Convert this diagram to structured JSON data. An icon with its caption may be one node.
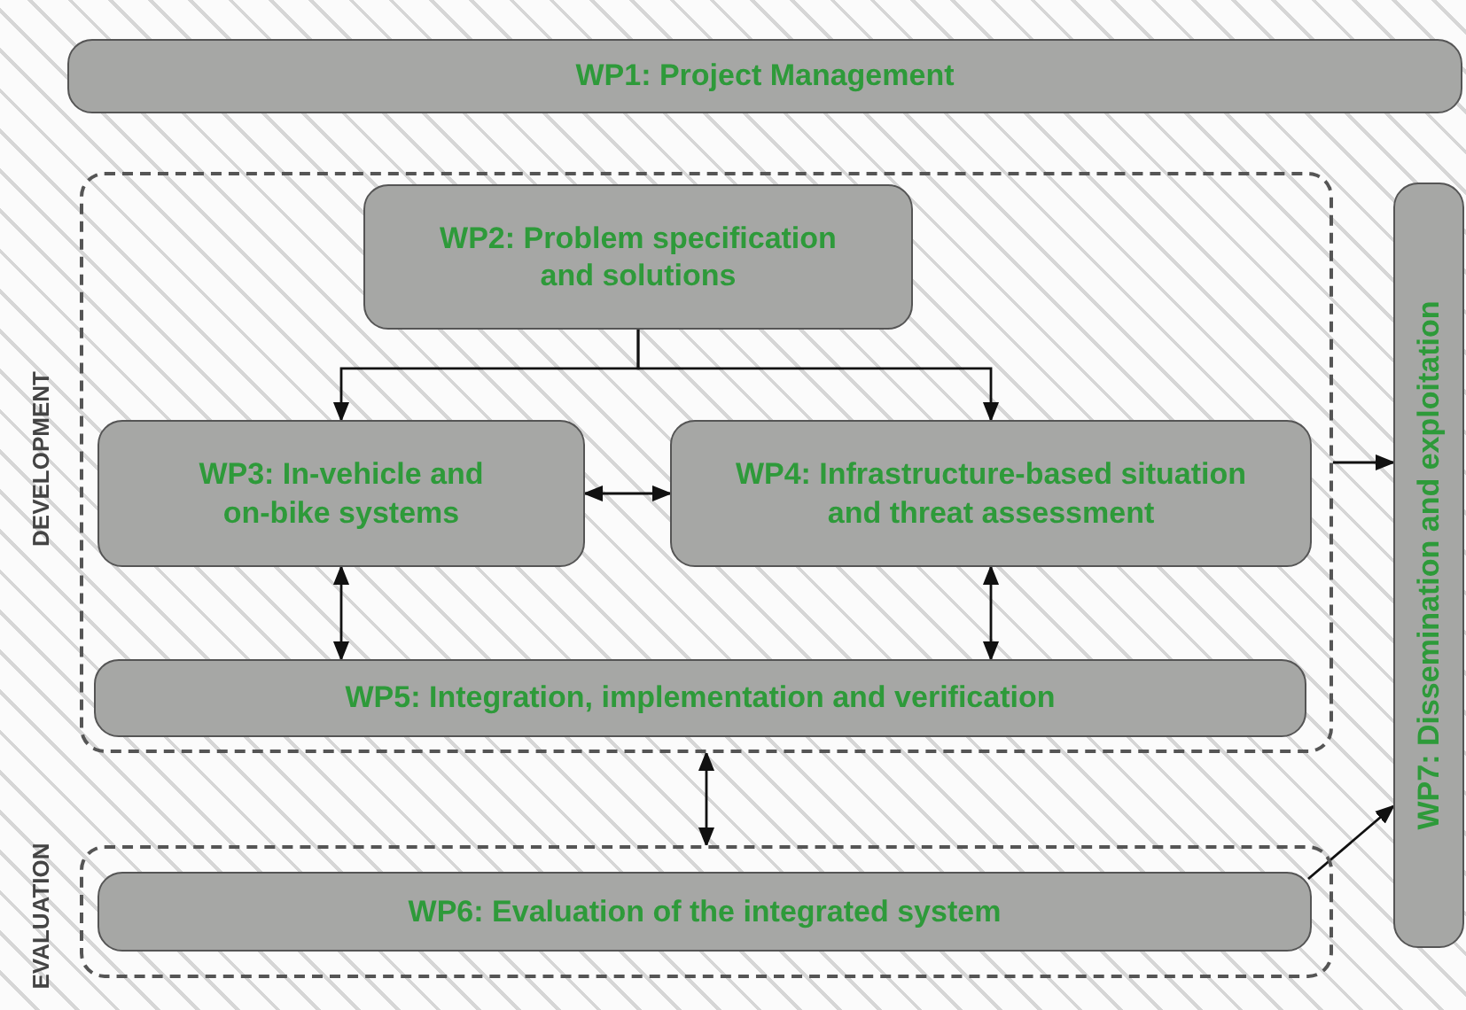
{
  "diagram": {
    "nodes": [
      {
        "text": [
          "WP1: Project Management"
        ]
      },
      {
        "text": [
          "DEVELOPMENT"
        ]
      },
      {
        "text": [
          "WP2: Problem specification and solutions"
        ],
        "in": 1
      },
      {
        "text": [
          "WP3: In-vehicle and on-bike systems"
        ],
        "in": 1
      },
      {
        "text": [
          "WP4: Infrastructure-based situation and threat assessment"
        ],
        "in": 1
      },
      {
        "text": [
          "WP5: Integration, implementation and verification"
        ],
        "in": 1
      },
      {
        "text": [
          "EVALUATION"
        ]
      },
      {
        "text": [
          "WP6: Evaluation of the integrated system"
        ],
        "in": 6
      },
      {
        "text": [
          "WP7: Dissemination and exploitation"
        ]
      }
    ],
    "edges": [
      {
        "from": 2,
        "to": 3,
        "arrow": "to"
      },
      {
        "from": 2,
        "to": 4,
        "arrow": "to"
      },
      {
        "from": 3,
        "to": 4,
        "arrow": "both"
      },
      {
        "from": 3,
        "to": 5,
        "arrow": "both"
      },
      {
        "from": 4,
        "to": 5,
        "arrow": "both"
      },
      {
        "from": 1,
        "to": 6,
        "arrow": "both"
      },
      {
        "from": 1,
        "to": 8,
        "arrow": "to"
      },
      {
        "from": 7,
        "to": 8,
        "arrow": "to"
      }
    ]
  }
}
